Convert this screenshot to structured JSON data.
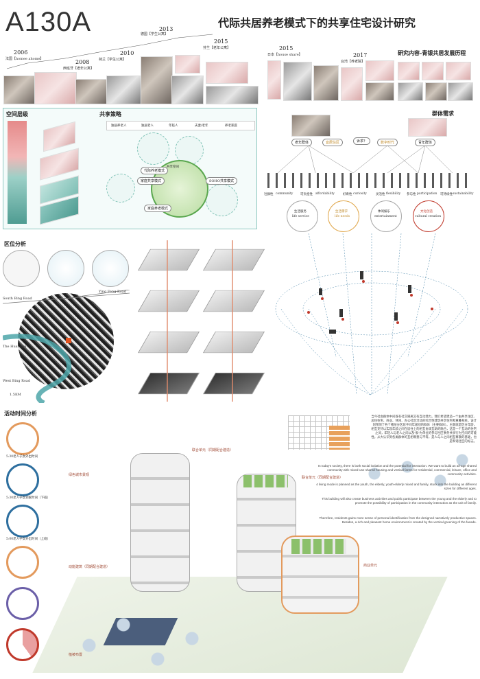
{
  "header": {
    "board_id": "A130A",
    "title": "代际共居养老模式下的共享住宅设计研究"
  },
  "timeline": {
    "events": [
      {
        "year": "2006",
        "label": "法国【homee ahome】"
      },
      {
        "year": "2008",
        "label": "西班牙【老年公寓】"
      },
      {
        "year": "2010",
        "label": "荷兰【学生公寓】"
      },
      {
        "year": "2013",
        "label": "德国【学生公寓】"
      },
      {
        "year": "2015",
        "label": "芬兰【老年公寓】"
      },
      {
        "year": "2015",
        "label": "日本【house share】"
      },
      {
        "year": "2017",
        "label": "台湾【养老院】"
      }
    ],
    "research_title": "研究内容-青银共居发展历程"
  },
  "space": {
    "title_levels": "空间层级",
    "title_strategy": "共享策略",
    "strategy_icons": [
      "独居养老人",
      "独居老人",
      "年轻人",
      "夫妻/老年",
      "养老家庭"
    ],
    "modes": [
      "代际养老模式",
      "家庭共享模式",
      "家庭养老模式",
      "SOHO共享模式"
    ],
    "center_label": "共享空间"
  },
  "needs": {
    "title": "群体需求",
    "top_tags": [
      "老年群体",
      "宜居住区",
      "诉求？",
      "数字时代",
      "青年群体"
    ],
    "needs_row": [
      {
        "cn": "社群性",
        "en": "community"
      },
      {
        "cn": "可负担性",
        "en": "affordability"
      },
      {
        "cn": "好奇性",
        "en": "curiosity"
      },
      {
        "cn": "灵活性",
        "en": "flexibility"
      },
      {
        "cn": "参与性",
        "en": "participation"
      },
      {
        "cn": "可持续性",
        "en": "sustainability"
      }
    ],
    "circles": [
      {
        "cn": "生活服务",
        "en": "life service"
      },
      {
        "cn": "生活需求",
        "en": "life needs"
      },
      {
        "cn": "休闲娱乐",
        "en": "entertainment"
      },
      {
        "cn": "文化创造",
        "en": "cultural creation"
      }
    ]
  },
  "location": {
    "title": "区位分析",
    "roads": [
      "South Bing Road",
      "Ying Feng Road",
      "The Huangpu",
      "West Bing Road"
    ],
    "scale": "1.5KM"
  },
  "activity": {
    "title": "活动时间分析",
    "caption": "5:30老人子女外出时间",
    "caption2": "5:30老人子女到家时间（下班）",
    "caption3": "5:00老人子女外出时间（上班）"
  },
  "building": {
    "labels": [
      "绿色城市景观",
      "联合单元（同期配合建造）",
      "联合单元（同期配合建造）",
      "商业单元",
      "动能建筑（同期配合建造）",
      "植被布置"
    ],
    "text_cn": "当今社会群体中间既有社交隔离又有互动潜力。我们希望建造一个由共享住区、居住住宅、商业、休闲、办公社区活动的综合性建筑共享住宅和重叠系统，该计划预测了各个楼层分区居于同年级别的群体（主要群体）。主题就是区分年龄，相互支持以实现年龄之间在居住上的相互协调互助的融合，这是一个互动的住宅之间，年轻人与老人之间以及“家”为单位的参与社区事务共享行为空间的可能性。从大认识到各类群体的互相尊重与平等，是人与人之间相互尊敬的基础，也是和谐社区的标志。",
    "text_en_1": "In today's society, there is both social isolation and the potential for interaction. We want to build an all-age shared community with mixed-use shared housing and vertical farms for residential, commercial, leisure, office and community activities.",
    "text_en_2": "4 living mode is planned as the youth, the elderly, youth-elderly mixed and family, stuck into the building as different sizes for different ages.",
    "text_en_3": "This building will also create business activities and public participate between the young and the elderly and to promote the possibility of participation in the community interaction as the unit of family.",
    "text_en_4": "Therefore, residents gains more sense of personal identification from the designed narratively productive spaces. Besides, a rich and pleasant home environment is created by the vertical greening of the facade."
  }
}
